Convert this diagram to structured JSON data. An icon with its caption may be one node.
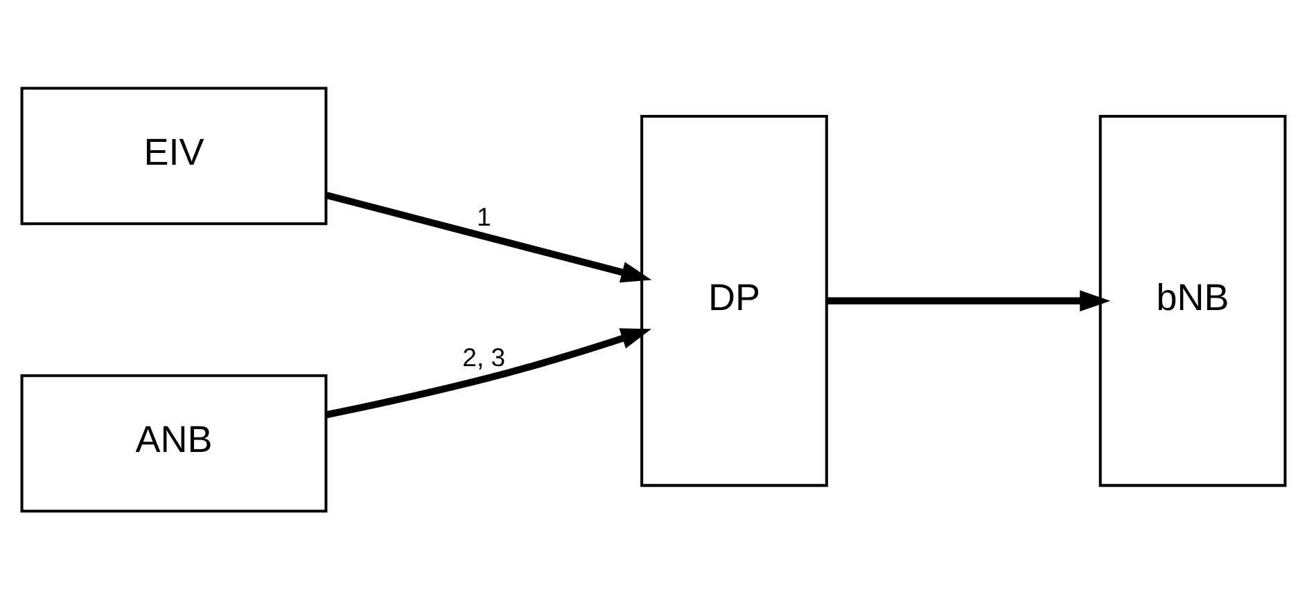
{
  "diagram": {
    "nodes": [
      {
        "text": [
          "EIV"
        ]
      },
      {
        "text": [
          "ANB"
        ]
      },
      {
        "text": [
          "DP"
        ]
      },
      {
        "text": [
          "bNB"
        ]
      }
    ],
    "edges": [
      {
        "from": 0,
        "to": 2,
        "arrow": "to",
        "label": "1"
      },
      {
        "from": 1,
        "to": 2,
        "arrow": "to",
        "label": "2, 3"
      },
      {
        "from": 2,
        "to": 3,
        "arrow": "to"
      }
    ]
  }
}
